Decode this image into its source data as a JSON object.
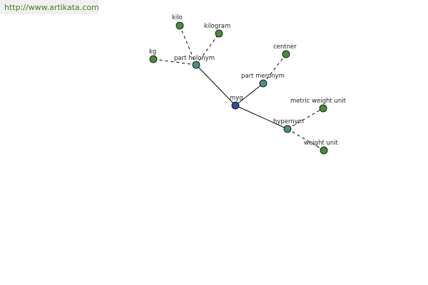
{
  "source": {
    "url_text": "http://www.artikata.com"
  },
  "graph": {
    "center": {
      "label": "myg",
      "color": "#3a4a9a"
    },
    "relations": [
      {
        "id": "part-holonym",
        "label": "part holonym",
        "color": "#4a8e8a"
      },
      {
        "id": "part-meronym",
        "label": "part meronym",
        "color": "#4a8e8a"
      },
      {
        "id": "hypernym",
        "label": "hypernym",
        "color": "#4a8e8a"
      }
    ],
    "words": [
      {
        "id": "kilo",
        "label": "kilo",
        "relation": "part-holonym"
      },
      {
        "id": "kilogram",
        "label": "kilogram",
        "relation": "part-holonym"
      },
      {
        "id": "kg",
        "label": "kg",
        "relation": "part-holonym"
      },
      {
        "id": "centner",
        "label": "centner",
        "relation": "part-meronym"
      },
      {
        "id": "metric-weight-unit",
        "label": "metric weight unit",
        "relation": "hypernym"
      },
      {
        "id": "weight-unit",
        "label": "weight unit",
        "relation": "hypernym"
      }
    ],
    "word_color": "#4a8a3a"
  }
}
